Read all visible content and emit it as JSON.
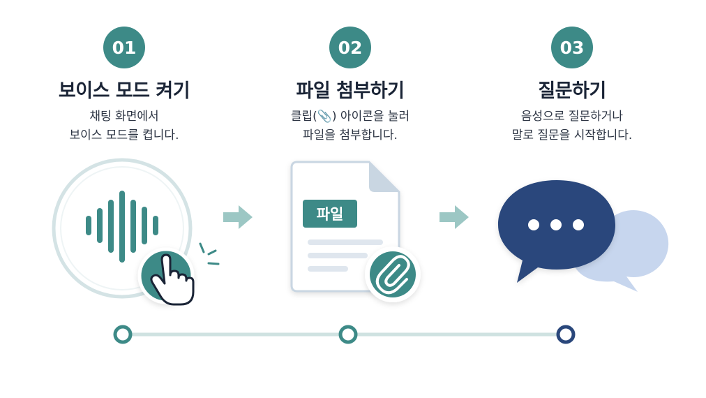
{
  "steps": [
    {
      "number": "01",
      "title": "보이스 모드 켜기",
      "desc_line1": "채팅 화면에서",
      "desc_line2": "보이스 모드를 켭니다."
    },
    {
      "number": "02",
      "title": "파일 첨부하기",
      "desc_line1": "클립(📎) 아이콘을 눌러",
      "desc_line2": "파일을 첨부합니다.",
      "file_label": "파일"
    },
    {
      "number": "03",
      "title": "질문하기",
      "desc_line1": "음성으로 질문하거나",
      "desc_line2": "말로 질문을 시작합니다."
    }
  ],
  "icons": {
    "step1": "voice-waveform-icon",
    "step1_hand": "pointer-hand-icon",
    "step2": "document-icon",
    "step2_clip": "paperclip-icon",
    "step3": "chat-bubble-icon",
    "arrows": "arrow-right-icon"
  },
  "colors": {
    "teal": "#3d8a87",
    "navy": "#2a477b",
    "light_teal": "#9cc7c4",
    "light_blue": "#c7d6ee",
    "timeline": "#cfe2e1"
  }
}
